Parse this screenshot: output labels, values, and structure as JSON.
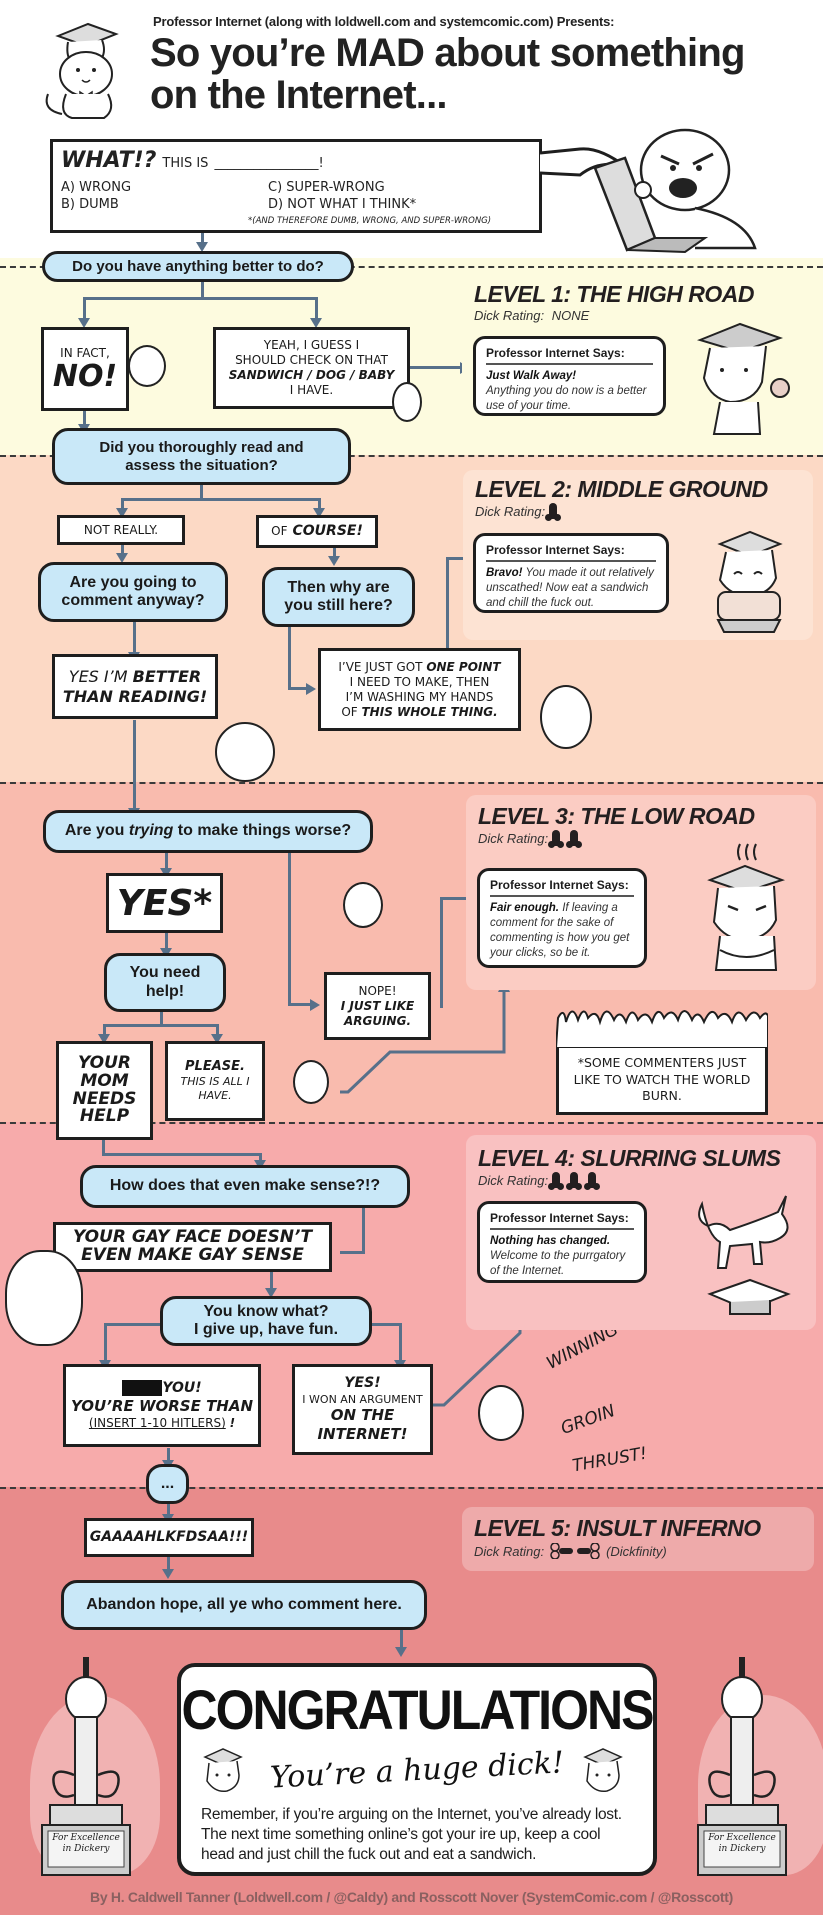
{
  "header": {
    "presenter": "Professor Internet (along with loldwell.com and systemcomic.com) Presents:",
    "title_line1": "So you’re MAD about something",
    "title_line2": "on the Internet..."
  },
  "intro": {
    "what": "WHAT!?",
    "this_is": "THIS IS",
    "blank": "________________!",
    "options": [
      "A) WRONG",
      "B) DUMB",
      "C) SUPER-WRONG",
      "D) NOT WHAT I THINK*"
    ],
    "footnote": "*(AND THEREFORE DUMB, WRONG, AND SUPER-WRONG)"
  },
  "flow": {
    "q1": "Do you have anything better to do?",
    "a1_no_prefix": "IN FACT,",
    "a1_no": "NO!",
    "a1_yes_1": "YEAH, I GUESS I",
    "a1_yes_2": "SHOULD CHECK ON THAT",
    "a1_yes_3": "SANDWICH / DOG / BABY",
    "a1_yes_4": "I HAVE.",
    "q2": "Did you thoroughly read and assess the situation?",
    "a2_no": "NOT REALLY.",
    "a2_yes_prefix": "OF",
    "a2_yes": "COURSE!",
    "q3a": "Are you going to comment anyway?",
    "q3b": "Then why are you still here?",
    "a3a_1": "YES I’M",
    "a3a_2": "BETTER",
    "a3a_3": "THAN READING!",
    "a3b_1": "I’VE JUST GOT",
    "a3b_2": "ONE POINT",
    "a3b_3": "I NEED TO MAKE, THEN",
    "a3b_4": "I’M WASHING MY HANDS",
    "a3b_5": "OF",
    "a3b_6": "THIS WHOLE THING.",
    "q4": "Are you trying to make things worse?",
    "q4_pre": "Are you ",
    "q4_em": "trying",
    "q4_post": " to make things worse?",
    "a4_yes": "YES*",
    "a4_no_1": "NOPE!",
    "a4_no_2": "I JUST LIKE",
    "a4_no_3": "ARGUING.",
    "q5": "You need help!",
    "a5a": "YOUR MOM NEEDS HELP",
    "a5b_1": "PLEASE.",
    "a5b_2": "THIS IS ALL I HAVE.",
    "footnote_fire": "*SOME COMMENTERS JUST LIKE TO WATCH THE WORLD BURN.",
    "q6": "How does that even make sense?!?",
    "a6": "YOUR GAY FACE DOESN’T EVEN MAKE GAY SENSE",
    "q7_1": "You know what?",
    "q7_2": "I give up, have fun.",
    "a7a_1": "YOU!",
    "a7a_2": "YOU’RE WORSE THAN",
    "a7a_3": "(INSERT 1-10 HITLERS)",
    "a7a_4": "!",
    "a7b_1": "YES!",
    "a7b_2": "I WON AN ARGUMENT",
    "a7b_3": "ON THE INTERNET!",
    "winning": [
      "WINNING",
      "GROIN",
      "THRUST!"
    ],
    "q8": "...",
    "a8": "GAAAAHLKFDSAA!!!",
    "q9": "Abandon hope, all ye who comment here."
  },
  "levels": [
    {
      "title": "LEVEL 1: THE HIGH ROAD",
      "rating_label": "Dick Rating:",
      "rating_value": "NONE",
      "rating_count": 0,
      "prof_header": "Professor Internet Says:",
      "prof_bold": "Just Walk Away!",
      "prof_text": "Anything you do now is a better use of your time."
    },
    {
      "title": "LEVEL 2: MIDDLE GROUND",
      "rating_label": "Dick Rating:",
      "rating_count": 1,
      "prof_header": "Professor Internet Says:",
      "prof_bold": "Bravo!",
      "prof_text": "You made it out relatively unscathed! Now eat a sandwich and chill the fuck out."
    },
    {
      "title": "LEVEL 3: THE LOW ROAD",
      "rating_label": "Dick Rating:",
      "rating_count": 2,
      "prof_header": "Professor Internet Says:",
      "prof_bold": "Fair enough.",
      "prof_text": "If leaving a comment for the sake of commenting is how you get your clicks, so be it."
    },
    {
      "title": "LEVEL 4: SLURRING SLUMS",
      "rating_label": "Dick Rating:",
      "rating_count": 3,
      "prof_header": "Professor Internet Says:",
      "prof_bold": "Nothing has changed.",
      "prof_text": "Welcome to the purrgatory of the Internet."
    },
    {
      "title": "LEVEL 5: INSULT INFERNO",
      "rating_label": "Dick Rating:",
      "rating_value": "(Dickfinity)",
      "rating_symbol": "infinity"
    }
  ],
  "finale": {
    "congrats": "CONGRATULATIONS",
    "subtitle": "You’re a huge dick!",
    "message": "Remember, if you’re arguing on the Internet, you’ve already lost. The next time something online’s got your ire up, keep a cool head and just chill the fuck out and eat a sandwich.",
    "trophy_plaque_1": "For Excellence",
    "trophy_plaque_2": "in Dickery"
  },
  "footer": {
    "credits": "By H. Caldwell Tanner (Loldwell.com / @Caldy) and Rosscott Nover (SystemComic.com / @Rosscott)"
  },
  "colors": {
    "level1_bg": "#fdfbdf",
    "level2_bg": "#fcd9c5",
    "level3_bg": "#f9bbae",
    "level4_bg": "#f7abab",
    "level5_bg": "#e88b8b",
    "question_fill": "#c9e8f8",
    "connector": "#57708a"
  }
}
